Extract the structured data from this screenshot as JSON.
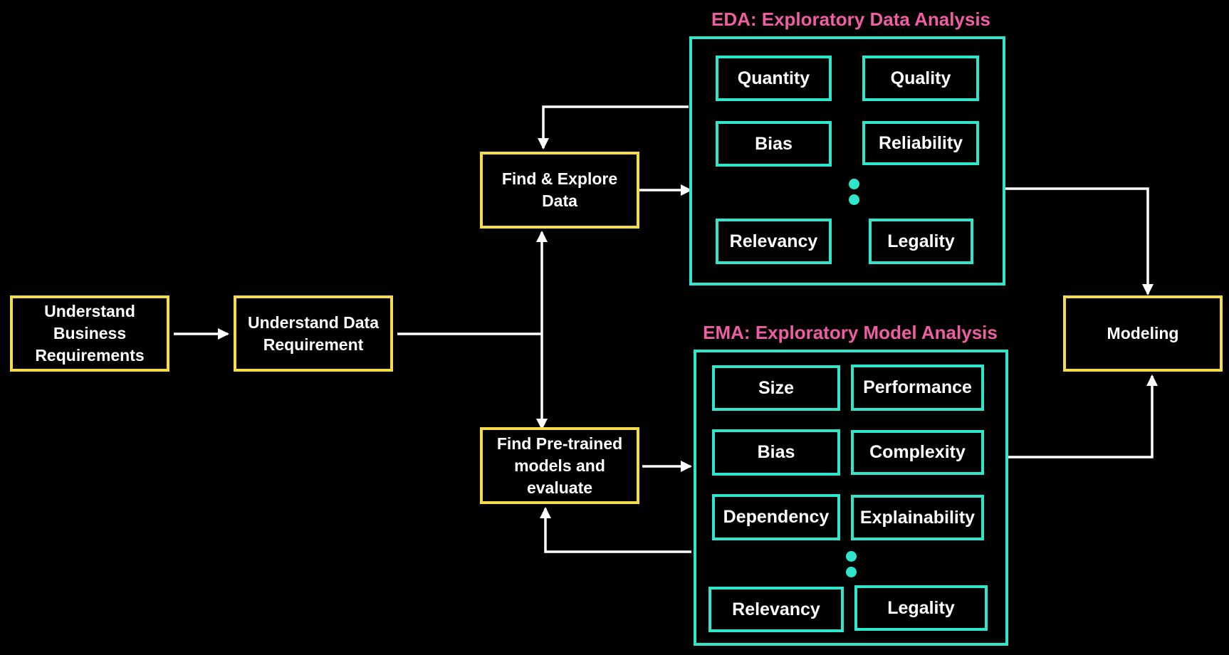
{
  "steps": {
    "business": "Understand Business Requirements",
    "data_req": "Understand Data Requirement",
    "find_explore": "Find & Explore Data",
    "find_pretrained": "Find Pre-trained models and evaluate",
    "modeling": "Modeling"
  },
  "eda": {
    "title": "EDA: Exploratory Data Analysis",
    "items": [
      "Quantity",
      "Quality",
      "Bias",
      "Reliability",
      "Relevancy",
      "Legality"
    ]
  },
  "ema": {
    "title": "EMA: Exploratory Model Analysis",
    "items": [
      "Size",
      "Performance",
      "Bias",
      "Complexity",
      "Dependency",
      "Explainability",
      "Relevancy",
      "Legality"
    ]
  },
  "colors": {
    "step_border": "#f7dc4a",
    "group_border": "#2ee6cc",
    "group_title": "#ef5ea3",
    "connector": "#ffffff",
    "background": "#000000"
  }
}
